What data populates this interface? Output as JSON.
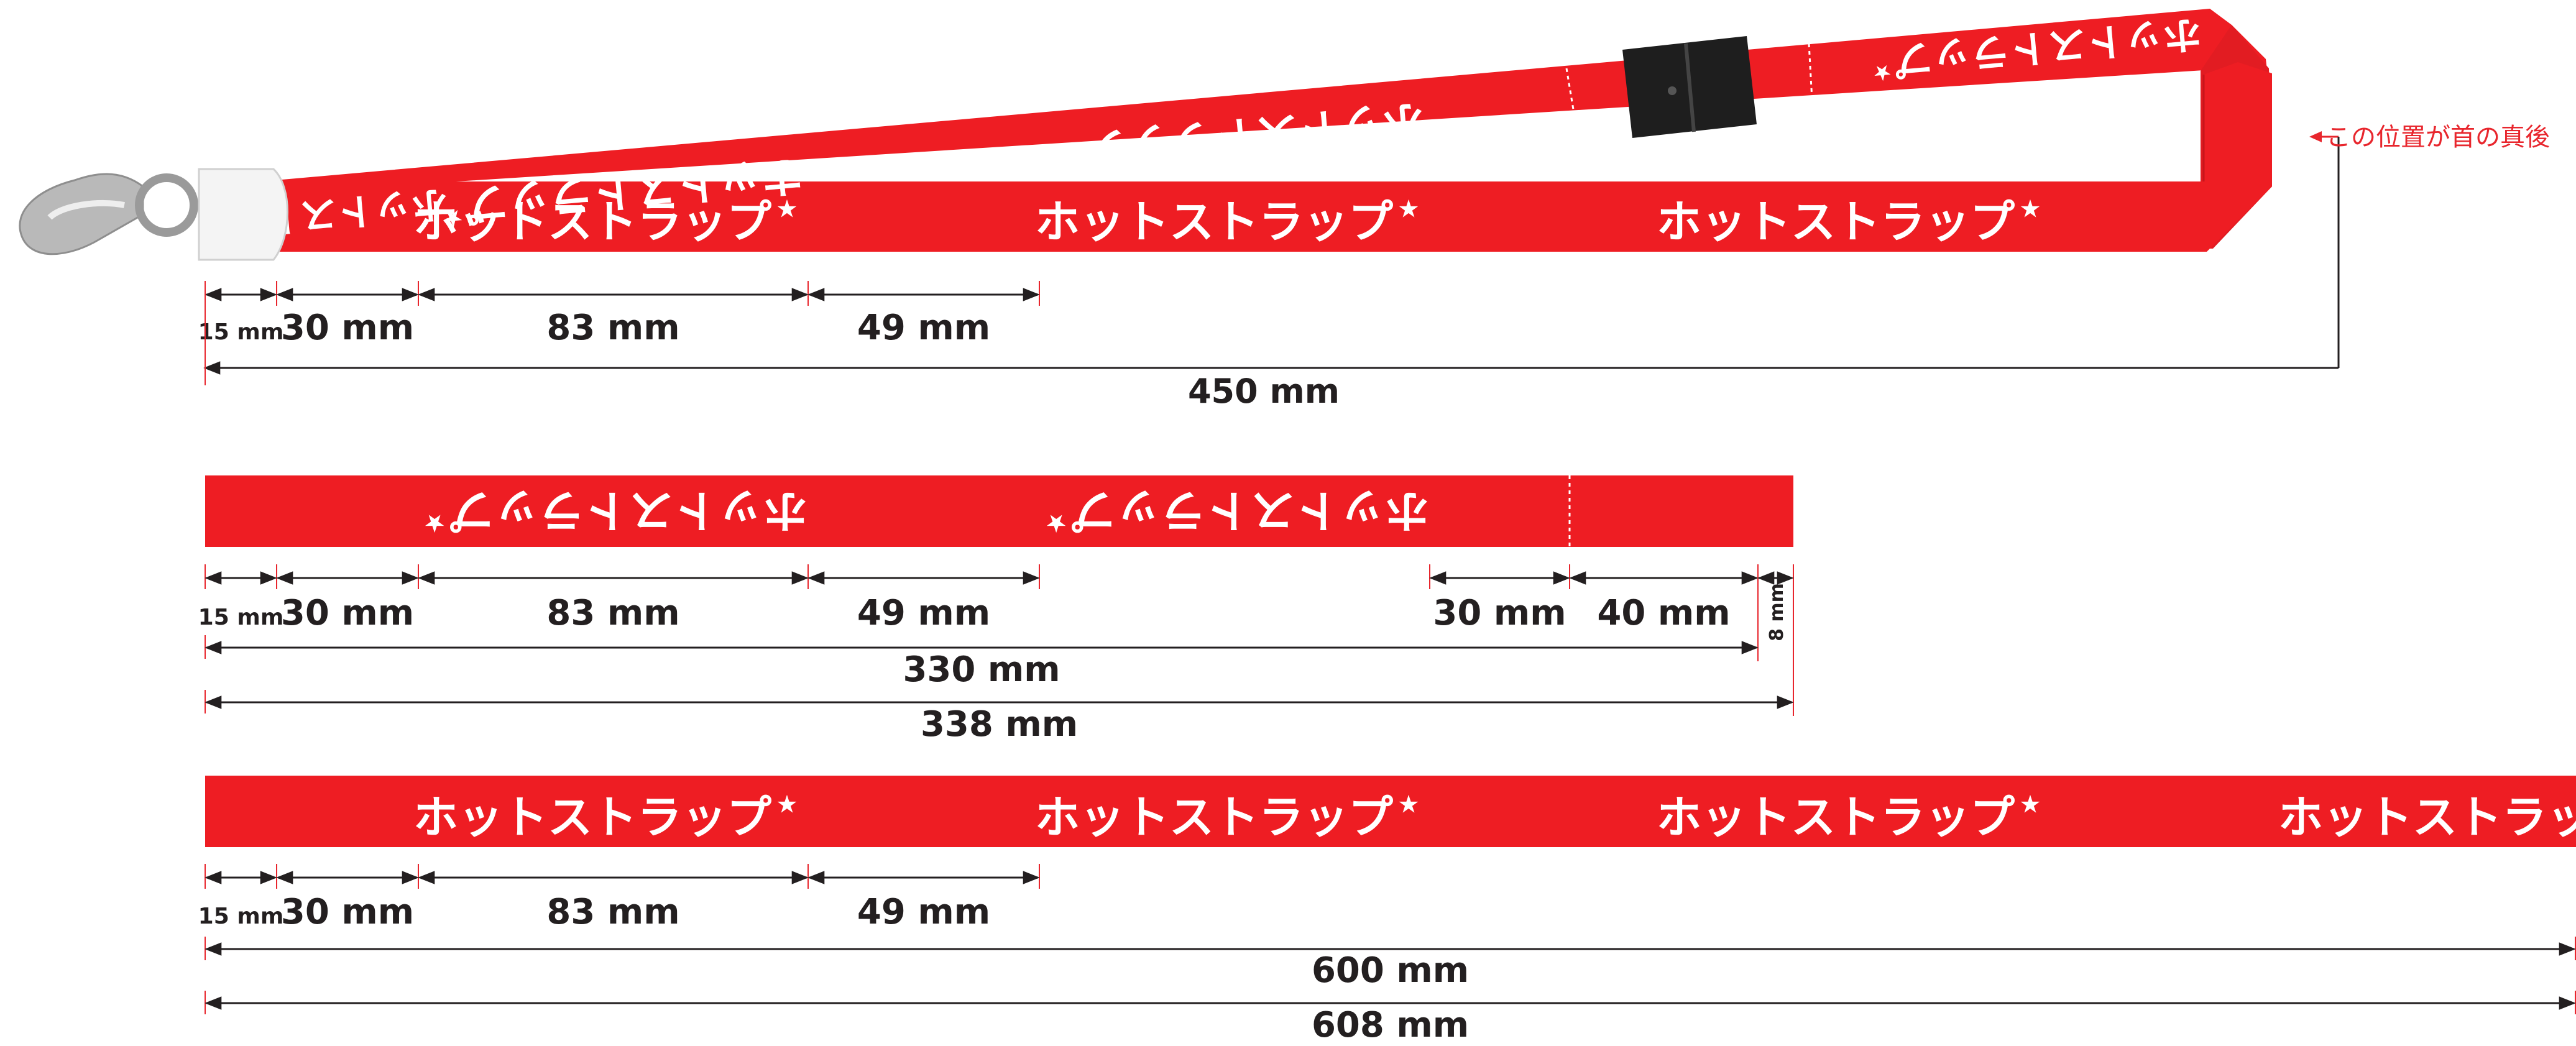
{
  "colors": {
    "strap": "#ee1d23",
    "strap_dark": "#d81920",
    "print": "#ffffff",
    "dimension": "#231f20",
    "guide": "#e8262d",
    "buckle": "#1e1e1e",
    "hook": "#b9b9b9"
  },
  "brand_text": "ホットストラップ",
  "brand_star": "★",
  "note": {
    "text": "この位置が首の真後",
    "icon": "arrow-left-icon"
  },
  "lanyard": {
    "segments": [
      "15 mm",
      "30 mm",
      "83 mm",
      "49 mm"
    ],
    "total": "450 mm"
  },
  "strip_a": {
    "segments": [
      "15 mm",
      "30 mm",
      "83 mm",
      "49 mm"
    ],
    "segments_end": [
      "30 mm",
      "40 mm"
    ],
    "end_tab": "8 mm",
    "length": "330 mm",
    "total": "338 mm"
  },
  "strip_b": {
    "segments": [
      "15 mm",
      "30 mm",
      "83 mm",
      "49 mm"
    ],
    "length": "600 mm",
    "total": "608 mm"
  }
}
